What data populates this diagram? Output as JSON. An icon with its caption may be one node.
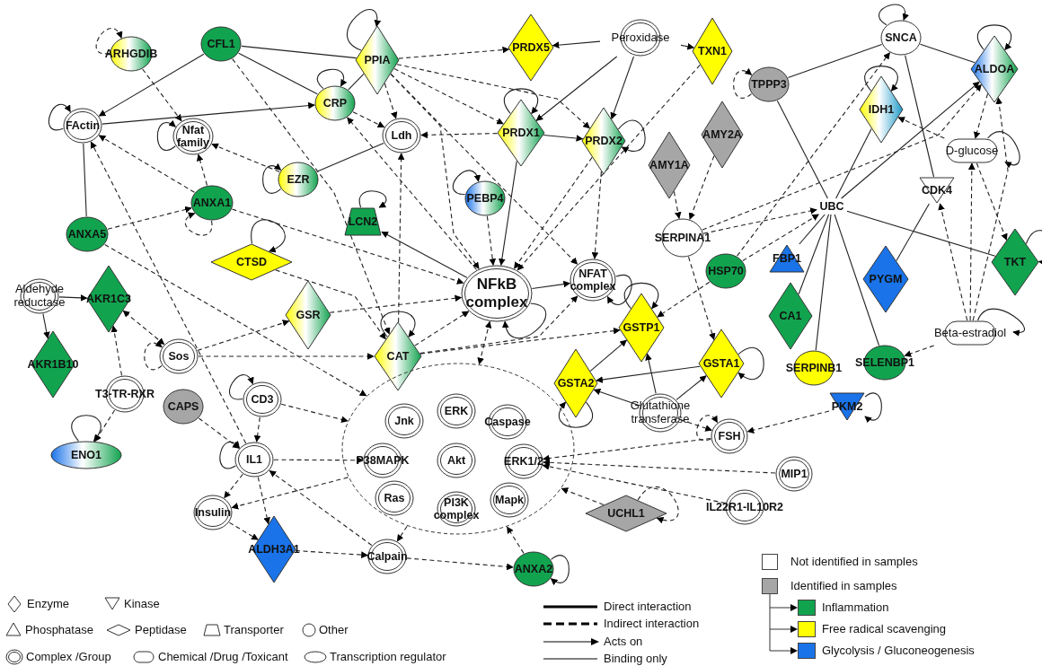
{
  "diagram": {
    "nodes": [
      {
        "text": [
          "ARHGDIB"
        ]
      },
      {
        "text": [
          "CFL1"
        ]
      },
      {
        "text": [
          "PPIA"
        ]
      },
      {
        "text": [
          "PRDX5"
        ]
      },
      {
        "text": [
          "Peroxidase"
        ]
      },
      {
        "text": [
          "TXN1"
        ]
      },
      {
        "text": [
          "SNCA"
        ]
      },
      {
        "text": [
          "ALDOA"
        ]
      },
      {
        "text": [
          "TPPP3"
        ]
      },
      {
        "text": [
          "FActin"
        ]
      },
      {
        "text": [
          "Nfat family"
        ]
      },
      {
        "text": [
          "CRP"
        ]
      },
      {
        "text": [
          "Ldh"
        ]
      },
      {
        "text": [
          "PRDX1"
        ]
      },
      {
        "text": [
          "PRDX2"
        ]
      },
      {
        "text": [
          "AMY1A"
        ]
      },
      {
        "text": [
          "AMY2A"
        ]
      },
      {
        "text": [
          "IDH1"
        ]
      },
      {
        "text": [
          "D-glucose"
        ]
      },
      {
        "text": [
          "EZR"
        ]
      },
      {
        "text": [
          "PEBP4"
        ]
      },
      {
        "text": [
          "ANXA1"
        ]
      },
      {
        "text": [
          "LCN2"
        ]
      },
      {
        "text": [
          "ANXA5"
        ]
      },
      {
        "text": [
          "CTSD"
        ]
      },
      {
        "text": [
          "NFkB complex"
        ]
      },
      {
        "text": [
          "NFAT complex"
        ]
      },
      {
        "text": [
          "SERPINA1"
        ]
      },
      {
        "text": [
          "UBC"
        ]
      },
      {
        "text": [
          "CDK4"
        ]
      },
      {
        "text": [
          "HSP70"
        ]
      },
      {
        "text": [
          "FBP1"
        ]
      },
      {
        "text": [
          "PYGM"
        ]
      },
      {
        "text": [
          "TKT"
        ]
      },
      {
        "text": [
          "Aldehyde reductase"
        ]
      },
      {
        "text": [
          "AKR1C3"
        ]
      },
      {
        "text": [
          "AKR1B10"
        ]
      },
      {
        "text": [
          "GSR"
        ]
      },
      {
        "text": [
          "CAT"
        ]
      },
      {
        "text": [
          "Sos"
        ]
      },
      {
        "text": [
          "GSTP1"
        ]
      },
      {
        "text": [
          "GSTA1"
        ]
      },
      {
        "text": [
          "GSTA2"
        ]
      },
      {
        "text": [
          "CA1"
        ]
      },
      {
        "text": [
          "SERPINB1"
        ]
      },
      {
        "text": [
          "SELENBP1"
        ]
      },
      {
        "text": [
          "Beta-estradiol"
        ]
      },
      {
        "text": [
          "T3-TR-RXR"
        ]
      },
      {
        "text": [
          "CAPS"
        ]
      },
      {
        "text": [
          "CD3"
        ]
      },
      {
        "text": [
          "Glutathione transferase"
        ]
      },
      {
        "text": [
          "PKM2"
        ]
      },
      {
        "text": [
          "FSH"
        ]
      },
      {
        "text": [
          "ENO1"
        ]
      },
      {
        "text": [
          "IL1"
        ]
      },
      {
        "text": [],
        "shape": "ellipse"
      },
      {
        "text": [
          "Jnk"
        ],
        "in": 55
      },
      {
        "text": [
          "ERK"
        ],
        "in": 55
      },
      {
        "text": [
          "Caspase"
        ],
        "in": 55
      },
      {
        "text": [
          "P38MAPK"
        ],
        "in": 55
      },
      {
        "text": [
          "Akt"
        ],
        "in": 55
      },
      {
        "text": [
          "ERK1/2"
        ],
        "in": 55
      },
      {
        "text": [
          "Ras"
        ],
        "in": 55
      },
      {
        "text": [
          "PI3K complex"
        ],
        "in": 55
      },
      {
        "text": [
          "Mapk"
        ],
        "in": 55
      },
      {
        "text": [
          "MIP1"
        ]
      },
      {
        "text": [
          "IL22R1-IL10R2"
        ]
      },
      {
        "text": [
          "Insulin"
        ]
      },
      {
        "text": [
          "UCHL1"
        ]
      },
      {
        "text": [
          "ALDH3A1"
        ]
      },
      {
        "text": [
          "Calpain"
        ]
      },
      {
        "text": [
          "ANXA2"
        ]
      }
    ],
    "edges": [
      {
        "from": 0,
        "to": 0,
        "arrow": "to",
        "style": "dashed"
      },
      {
        "from": 0,
        "to": 10,
        "arrow": "to",
        "style": "dashed"
      },
      {
        "from": 1,
        "to": 9,
        "arrow": "to"
      },
      {
        "from": 1,
        "to": 2,
        "arrow": "none"
      },
      {
        "from": 1,
        "to": 11,
        "arrow": "none"
      },
      {
        "from": 1,
        "to": 38,
        "arrow": "to",
        "style": "dashed"
      },
      {
        "from": 2,
        "to": 2,
        "arrow": "to"
      },
      {
        "from": 2,
        "to": 11,
        "arrow": "none"
      },
      {
        "from": 2,
        "to": 3,
        "arrow": "to",
        "style": "dashed"
      },
      {
        "from": 2,
        "to": 13,
        "arrow": "to",
        "style": "dashed"
      },
      {
        "from": 2,
        "to": 14,
        "arrow": "to",
        "style": "dashed"
      },
      {
        "from": 2,
        "to": 12,
        "arrow": "to",
        "style": "dashed"
      },
      {
        "from": 2,
        "to": 25,
        "arrow": "to",
        "style": "dashed"
      },
      {
        "from": 2,
        "to": 26,
        "arrow": "to",
        "style": "dashed"
      },
      {
        "from": 4,
        "to": 3,
        "arrow": "to"
      },
      {
        "from": 4,
        "to": 5,
        "arrow": "to"
      },
      {
        "from": 4,
        "to": 13,
        "arrow": "to"
      },
      {
        "from": 4,
        "to": 14,
        "arrow": "to"
      },
      {
        "from": 5,
        "to": 25,
        "arrow": "to",
        "style": "dashed"
      },
      {
        "from": 6,
        "to": 6,
        "arrow": "to"
      },
      {
        "from": 6,
        "to": 7,
        "arrow": "none"
      },
      {
        "from": 6,
        "to": 29,
        "arrow": "none"
      },
      {
        "from": 7,
        "to": 7,
        "arrow": "to"
      },
      {
        "from": 7,
        "to": 18,
        "arrow": "to",
        "style": "dashed"
      },
      {
        "from": 8,
        "to": 8,
        "arrow": "to",
        "style": "dashed"
      },
      {
        "from": 8,
        "to": 6,
        "arrow": "none"
      },
      {
        "from": 8,
        "to": 28,
        "arrow": "none"
      },
      {
        "from": 9,
        "to": 9,
        "arrow": "to"
      },
      {
        "from": 9,
        "to": 11,
        "arrow": "to"
      },
      {
        "from": 10,
        "to": 10,
        "arrow": "to"
      },
      {
        "from": 11,
        "to": 11,
        "arrow": "to"
      },
      {
        "from": 11,
        "to": 12,
        "arrow": "to",
        "style": "dashed"
      },
      {
        "from": 13,
        "to": 13,
        "arrow": "to"
      },
      {
        "from": 13,
        "to": 12,
        "arrow": "to",
        "style": "dashed"
      },
      {
        "from": 13,
        "to": 14,
        "arrow": "to"
      },
      {
        "from": 13,
        "to": 25,
        "arrow": "to"
      },
      {
        "from": 14,
        "to": 14,
        "arrow": "to"
      },
      {
        "from": 14,
        "to": 25,
        "arrow": "to",
        "style": "dashed"
      },
      {
        "from": 14,
        "to": 26,
        "arrow": "to",
        "style": "dashed"
      },
      {
        "from": 15,
        "to": 27,
        "arrow": "to",
        "style": "dashed"
      },
      {
        "from": 16,
        "to": 27,
        "arrow": "to",
        "style": "dashed"
      },
      {
        "from": 17,
        "to": 17,
        "arrow": "to"
      },
      {
        "from": 18,
        "to": 18,
        "arrow": "to"
      },
      {
        "from": 18,
        "to": 17,
        "arrow": "to",
        "style": "dashed"
      },
      {
        "from": 18,
        "to": 33,
        "arrow": "to",
        "style": "dashed"
      },
      {
        "from": 19,
        "to": 19,
        "arrow": "to"
      },
      {
        "from": 19,
        "to": 10,
        "arrow": "to",
        "style": "dashed"
      },
      {
        "from": 12,
        "to": 19,
        "arrow": "none"
      },
      {
        "from": 20,
        "to": 20,
        "arrow": "to"
      },
      {
        "from": 20,
        "to": 25,
        "arrow": "to",
        "style": "dashed"
      },
      {
        "from": 21,
        "to": 21,
        "arrow": "to",
        "style": "dashed"
      },
      {
        "from": 21,
        "to": 9,
        "arrow": "to",
        "style": "dashed"
      },
      {
        "from": 21,
        "to": 10,
        "arrow": "to",
        "style": "dashed"
      },
      {
        "from": 21,
        "to": 25,
        "arrow": "to",
        "style": "dashed"
      },
      {
        "from": 22,
        "to": 22,
        "arrow": "to"
      },
      {
        "from": 23,
        "to": 9,
        "arrow": "none"
      },
      {
        "from": 23,
        "to": 21,
        "arrow": "to",
        "style": "dashed"
      },
      {
        "from": 23,
        "to": 55,
        "arrow": "to",
        "style": "dashed"
      },
      {
        "from": 24,
        "to": 24,
        "arrow": "to"
      },
      {
        "from": 24,
        "to": 38,
        "arrow": "to",
        "style": "dashed"
      },
      {
        "from": 25,
        "to": 25,
        "arrow": "to"
      },
      {
        "from": 25,
        "to": 11,
        "arrow": "to",
        "style": "dashed"
      },
      {
        "from": 25,
        "to": 22,
        "arrow": "to"
      },
      {
        "from": 25,
        "to": 26,
        "arrow": "to"
      },
      {
        "from": 25,
        "to": 55,
        "arrow": "both",
        "style": "dashed"
      },
      {
        "from": 26,
        "to": 26,
        "arrow": "to"
      },
      {
        "from": 27,
        "to": 28,
        "arrow": "to",
        "style": "dashed"
      },
      {
        "from": 27,
        "to": 7,
        "arrow": "to",
        "style": "dashed"
      },
      {
        "from": 27,
        "to": 41,
        "arrow": "to",
        "style": "dashed"
      },
      {
        "from": 28,
        "to": 17,
        "arrow": "none"
      },
      {
        "from": 28,
        "to": 7,
        "arrow": "to"
      },
      {
        "from": 28,
        "to": 33,
        "arrow": "none"
      },
      {
        "from": 28,
        "to": 31,
        "arrow": "none"
      },
      {
        "from": 28,
        "to": 43,
        "arrow": "none"
      },
      {
        "from": 28,
        "to": 44,
        "arrow": "none"
      },
      {
        "from": 28,
        "to": 45,
        "arrow": "none"
      },
      {
        "from": 29,
        "to": 32,
        "arrow": "none"
      },
      {
        "from": 30,
        "to": 6,
        "arrow": "to",
        "style": "dashed"
      },
      {
        "from": 30,
        "to": 28,
        "arrow": "to",
        "style": "dashed"
      },
      {
        "from": 30,
        "to": 40,
        "arrow": "to",
        "style": "dashed"
      },
      {
        "from": 33,
        "to": 33,
        "arrow": "to"
      },
      {
        "from": 34,
        "to": 35,
        "arrow": "to"
      },
      {
        "from": 34,
        "to": 36,
        "arrow": "to"
      },
      {
        "from": 39,
        "to": 39,
        "arrow": "to",
        "style": "dashed"
      },
      {
        "from": 39,
        "to": 35,
        "arrow": "both",
        "style": "dashed"
      },
      {
        "from": 39,
        "to": 37,
        "arrow": "to",
        "style": "dashed"
      },
      {
        "from": 39,
        "to": 38,
        "arrow": "to",
        "style": "dashed"
      },
      {
        "from": 37,
        "to": 25,
        "arrow": "to",
        "style": "dashed"
      },
      {
        "from": 38,
        "to": 38,
        "arrow": "to"
      },
      {
        "from": 38,
        "to": 12,
        "arrow": "to",
        "style": "dashed"
      },
      {
        "from": 38,
        "to": 25,
        "arrow": "to",
        "style": "dashed"
      },
      {
        "from": 38,
        "to": 26,
        "arrow": "to",
        "style": "dashed"
      },
      {
        "from": 38,
        "to": 40,
        "arrow": "to",
        "style": "dashed"
      },
      {
        "from": 40,
        "to": 40,
        "arrow": "to"
      },
      {
        "from": 41,
        "to": 41,
        "arrow": "to"
      },
      {
        "from": 41,
        "to": 42,
        "arrow": "to"
      },
      {
        "from": 42,
        "to": 42,
        "arrow": "to"
      },
      {
        "from": 42,
        "to": 40,
        "arrow": "to"
      },
      {
        "from": 46,
        "to": 46,
        "arrow": "to"
      },
      {
        "from": 46,
        "to": 29,
        "arrow": "to",
        "style": "dashed"
      },
      {
        "from": 46,
        "to": 18,
        "arrow": "to",
        "style": "dashed"
      },
      {
        "from": 46,
        "to": 7,
        "arrow": "to",
        "style": "dashed"
      },
      {
        "from": 46,
        "to": 45,
        "arrow": "to",
        "style": "dashed"
      },
      {
        "from": 47,
        "to": 35,
        "arrow": "to",
        "style": "dashed"
      },
      {
        "from": 47,
        "to": 53,
        "arrow": "to",
        "style": "dashed"
      },
      {
        "from": 48,
        "to": 54,
        "arrow": "to",
        "style": "dashed"
      },
      {
        "from": 49,
        "to": 49,
        "arrow": "to"
      },
      {
        "from": 49,
        "to": 54,
        "arrow": "to",
        "style": "dashed"
      },
      {
        "from": 49,
        "to": 55,
        "arrow": "to",
        "style": "dashed"
      },
      {
        "from": 50,
        "to": 42,
        "arrow": "to"
      },
      {
        "from": 50,
        "to": 40,
        "arrow": "to"
      },
      {
        "from": 50,
        "to": 41,
        "arrow": "to"
      },
      {
        "from": 50,
        "to": 52,
        "arrow": "to",
        "style": "dashed"
      },
      {
        "from": 51,
        "to": 51,
        "arrow": "to"
      },
      {
        "from": 51,
        "to": 52,
        "arrow": "to",
        "style": "dashed"
      },
      {
        "from": 52,
        "to": 52,
        "arrow": "to",
        "style": "dashed"
      },
      {
        "from": 52,
        "to": 61,
        "arrow": "to",
        "style": "dashed"
      },
      {
        "from": 53,
        "to": 53,
        "arrow": "to"
      },
      {
        "from": 54,
        "to": 54,
        "arrow": "to"
      },
      {
        "from": 54,
        "to": 9,
        "arrow": "to",
        "style": "dashed"
      },
      {
        "from": 54,
        "to": 59,
        "arrow": "to",
        "style": "dashed"
      },
      {
        "from": 54,
        "to": 67,
        "arrow": "to",
        "style": "dashed"
      },
      {
        "from": 54,
        "to": 69,
        "arrow": "to",
        "style": "dashed"
      },
      {
        "from": 55,
        "to": 67,
        "arrow": "to",
        "style": "dashed"
      },
      {
        "from": 55,
        "to": 70,
        "arrow": "to",
        "style": "dashed"
      },
      {
        "from": 65,
        "to": 61,
        "arrow": "to",
        "style": "dashed"
      },
      {
        "from": 66,
        "to": 61,
        "arrow": "to",
        "style": "dashed"
      },
      {
        "from": 67,
        "to": 69,
        "arrow": "to",
        "style": "dashed"
      },
      {
        "from": 68,
        "to": 68,
        "arrow": "to",
        "style": "dashed"
      },
      {
        "from": 68,
        "to": 55,
        "arrow": "to",
        "style": "dashed"
      },
      {
        "from": 69,
        "to": 70,
        "arrow": "to",
        "style": "dashed"
      },
      {
        "from": 70,
        "to": 54,
        "arrow": "to",
        "style": "dashed"
      },
      {
        "from": 70,
        "to": 71,
        "arrow": "to",
        "style": "dashed"
      },
      {
        "from": 71,
        "to": 71,
        "arrow": "to"
      },
      {
        "from": 71,
        "to": 55,
        "arrow": "to",
        "style": "dashed"
      }
    ],
    "legend": [
      {
        "text": "Enzyme"
      },
      {
        "text": "Kinase"
      },
      {
        "text": "Phosphatase"
      },
      {
        "text": "Peptidase"
      },
      {
        "text": "Transporter"
      },
      {
        "text": "Other"
      },
      {
        "text": "Complex /Group"
      },
      {
        "text": "Chemical /Drug /Toxicant"
      },
      {
        "text": "Transcription regulator"
      },
      {
        "text": "Direct interaction"
      },
      {
        "text": "Indirect interaction"
      },
      {
        "text": "Acts on"
      },
      {
        "text": "Binding only"
      },
      {
        "text": "Not identified in samples",
        "color": "#ffffff"
      },
      {
        "text": "Identified in samples",
        "color": "#a6a6a6"
      },
      {
        "text": "Inflammation",
        "color": "#12a34f"
      },
      {
        "text": "Free radical scavenging",
        "color": "#ffff00"
      },
      {
        "text": "Glycolysis / Gluconeogenesis",
        "color": "#1a73e8"
      }
    ]
  }
}
